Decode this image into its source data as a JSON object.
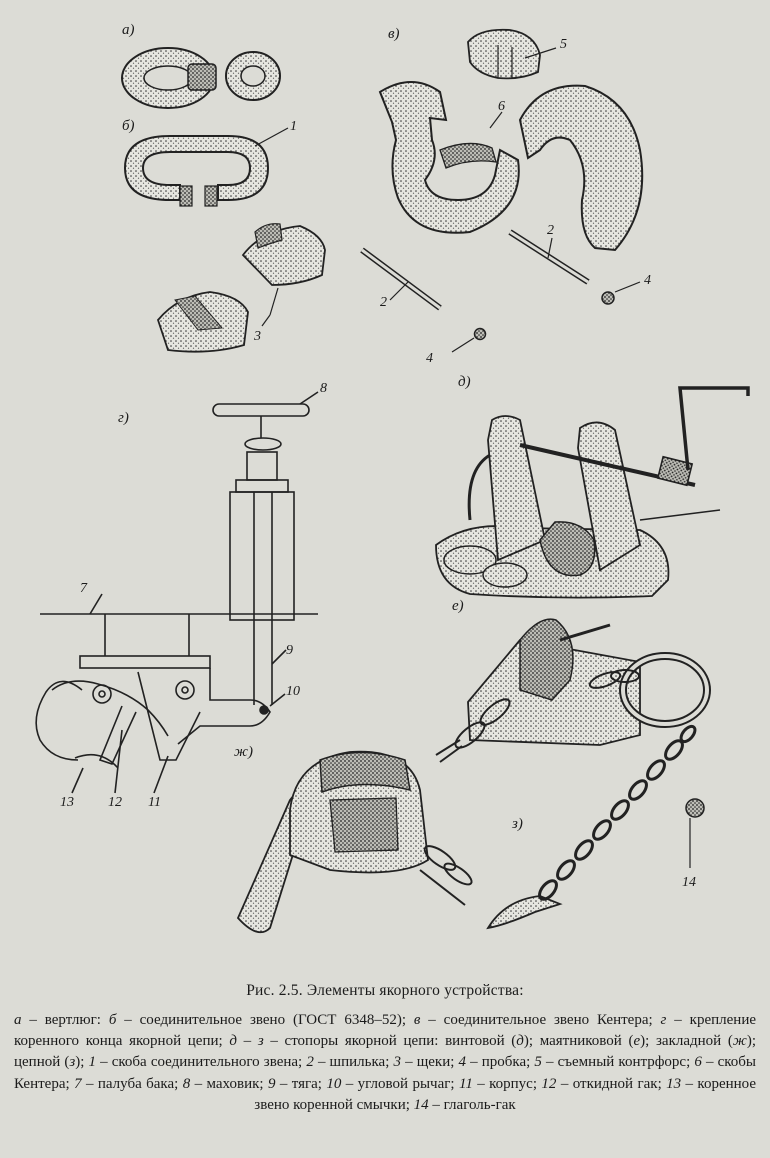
{
  "figure": {
    "panel_labels": {
      "a": "а)",
      "b": "б)",
      "v": "в)",
      "g": "г)",
      "d": "д)",
      "e": "е)",
      "zh": "ж)",
      "z": "з)"
    },
    "callouts": {
      "n1": "1",
      "n2a": "2",
      "n2b": "2",
      "n3": "3",
      "n4a": "4",
      "n4b": "4",
      "n5": "5",
      "n6": "6",
      "n7": "7",
      "n8": "8",
      "n9": "9",
      "n10": "10",
      "n11": "11",
      "n12": "12",
      "n13": "13",
      "n14": "14"
    }
  },
  "caption": {
    "title": "Рис. 2.5. Элементы якорного устройства:",
    "parts": [
      {
        "i": "а",
        "t": " – вертлюг: "
      },
      {
        "i": "б",
        "t": " – соединительное звено (ГОСТ 6348–52); "
      },
      {
        "i": "в",
        "t": " – соединительное звено Кентера; "
      },
      {
        "i": "г",
        "t": " – крепление коренного конца якорной цепи; "
      },
      {
        "i": "д – з",
        "t": " – стопоры якорной цепи: винтовой ("
      },
      {
        "i": "д",
        "t": "); маятниковой ("
      },
      {
        "i": "е",
        "t": "); закладной ("
      },
      {
        "i": "ж",
        "t": "); цепной ("
      },
      {
        "i": "з",
        "t": "); "
      },
      {
        "i": "1",
        "t": " – скоба соединительного звена; "
      },
      {
        "i": "2",
        "t": " – шпилька; "
      },
      {
        "i": "3",
        "t": " – щеки; "
      },
      {
        "i": "4",
        "t": " – пробка; "
      },
      {
        "i": "5",
        "t": " – съемный контрфорс; "
      },
      {
        "i": "6",
        "t": " – скобы Кентера; "
      },
      {
        "i": "7",
        "t": " – палуба бака; "
      },
      {
        "i": "8",
        "t": " – маховик; "
      },
      {
        "i": "9",
        "t": " – тяга; "
      },
      {
        "i": "10",
        "t": " – угловой рычаг; "
      },
      {
        "i": "11",
        "t": " – корпус; "
      },
      {
        "i": "12",
        "t": " – откидной гак; "
      },
      {
        "i": "13",
        "t": " – коренное звено коренной смычки; "
      },
      {
        "i": "14",
        "t": " – глаголь-гак"
      }
    ]
  }
}
